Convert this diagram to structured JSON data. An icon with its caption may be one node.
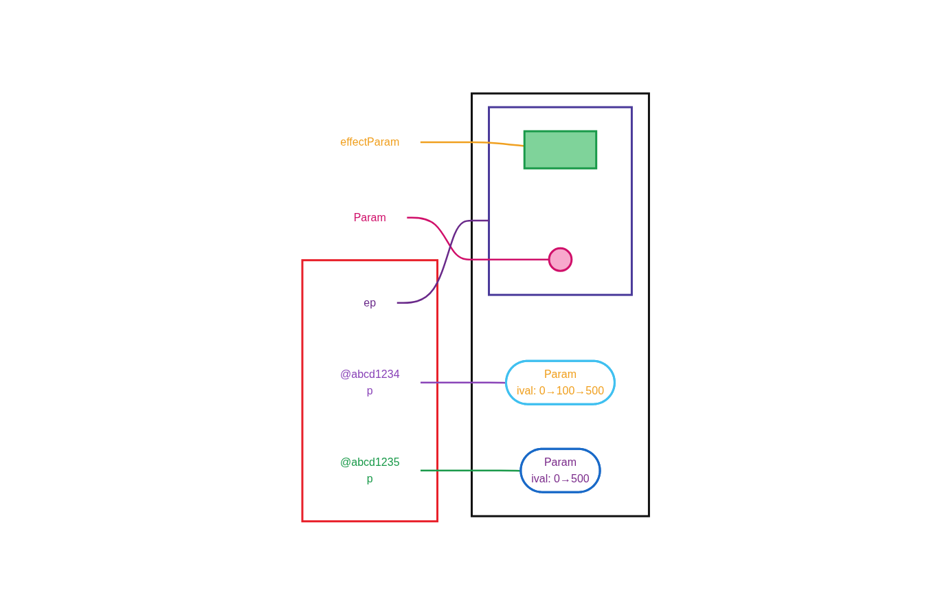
{
  "diagram": {
    "nodes": [
      {
        "text": [],
        "shape": "box"
      },
      {
        "text": [
          "ep"
        ],
        "in": 0
      },
      {
        "text": [
          "@abcd1234",
          "p"
        ],
        "in": 0
      },
      {
        "text": [
          "@abcd1235",
          "p"
        ],
        "in": 0
      },
      {
        "text": [],
        "shape": "box"
      },
      {
        "text": [],
        "shape": "box",
        "in": 4
      },
      {
        "text": [],
        "shape": "box",
        "in": 5
      },
      {
        "text": [],
        "shape": "circle",
        "in": 5
      },
      {
        "text": [
          "Param",
          "ival: 0→100→500"
        ],
        "in": 4
      },
      {
        "text": [
          "Param",
          "ival: 0→500"
        ],
        "in": 4
      },
      {
        "text": [
          "effectParam"
        ]
      },
      {
        "text": [
          "Param"
        ]
      }
    ],
    "edges": [
      {
        "from": 1,
        "to": 5,
        "arrow": "none",
        "color": "#6a2a8a"
      },
      {
        "from": 2,
        "to": 8,
        "arrow": "none",
        "color": "#8a44b8"
      },
      {
        "from": 3,
        "to": 9,
        "arrow": "none",
        "color": "#1a9a4a"
      },
      {
        "from": 10,
        "to": 6,
        "arrow": "none",
        "color": "#f0a020"
      },
      {
        "from": 11,
        "to": 7,
        "arrow": "none",
        "color": "#d0106a"
      }
    ]
  }
}
